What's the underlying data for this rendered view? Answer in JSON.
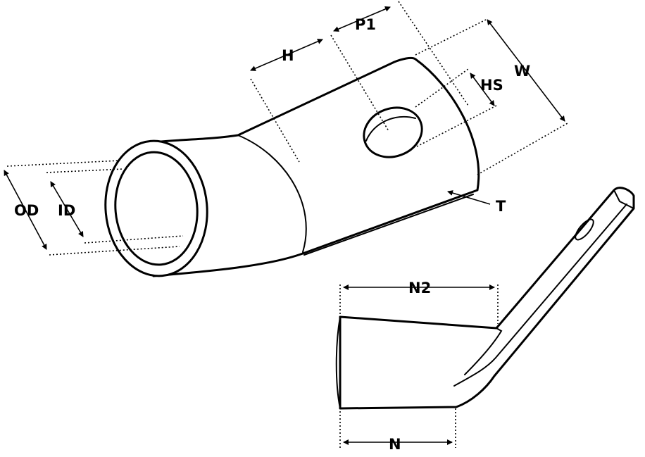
{
  "diagram": {
    "labels": {
      "od": "OD",
      "id": "ID",
      "h": "H",
      "p1": "P1",
      "hs": "HS",
      "w": "W",
      "t": "T",
      "n2": "N2",
      "n": "N"
    }
  }
}
